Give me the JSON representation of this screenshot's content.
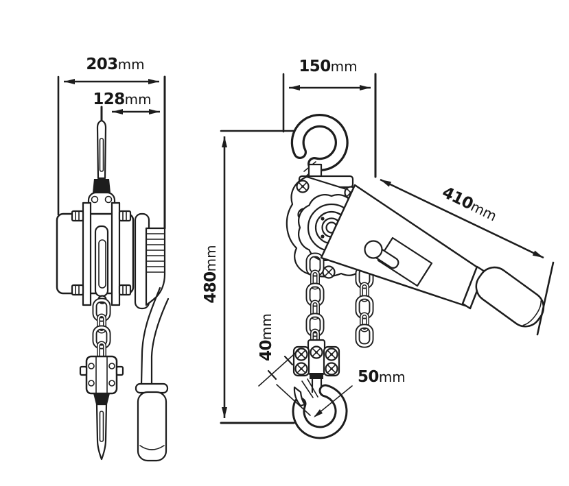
{
  "canvas": {
    "background": "#ffffff",
    "line_color": "#1d1d1d"
  },
  "dimensions": {
    "d203": {
      "value": "203",
      "unit": "mm"
    },
    "d128": {
      "value": "128",
      "unit": "mm"
    },
    "d150": {
      "value": "150",
      "unit": "mm"
    },
    "d410": {
      "value": "410",
      "unit": "mm"
    },
    "d480": {
      "value": "480",
      "unit": "mm"
    },
    "d40": {
      "value": "40",
      "unit": "mm"
    },
    "d50": {
      "value": "50",
      "unit": "mm"
    }
  }
}
